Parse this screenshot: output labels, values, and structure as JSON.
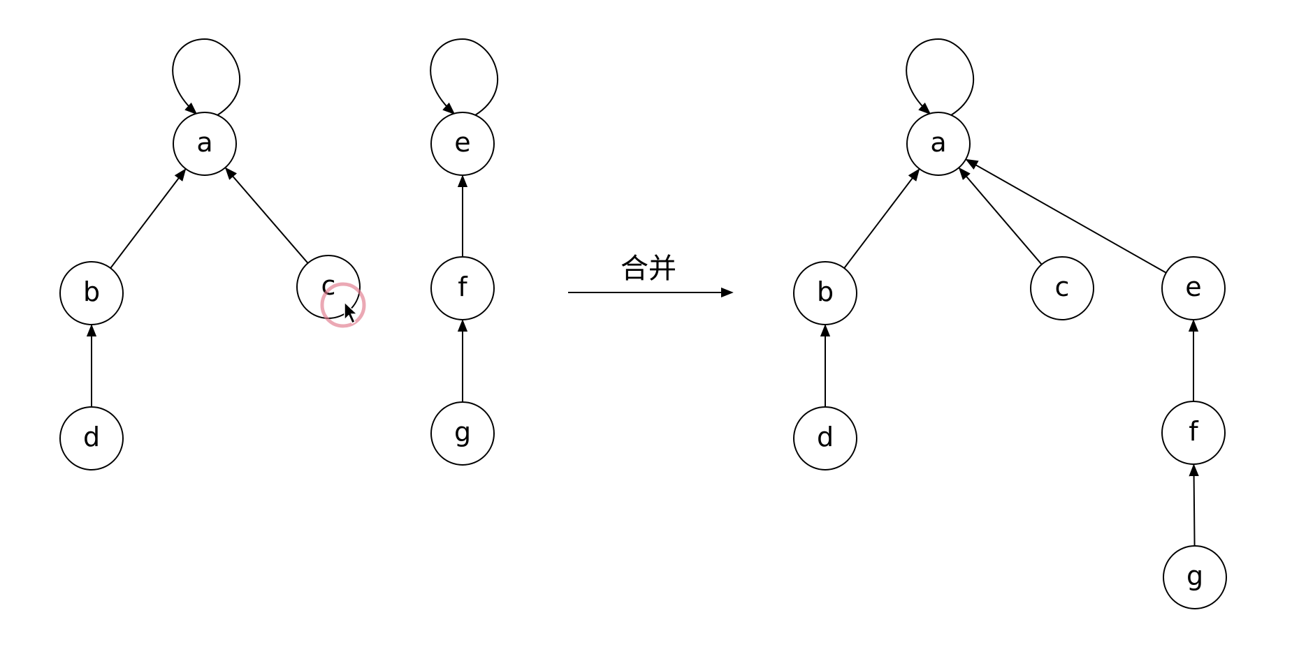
{
  "diagram": {
    "merge_label": "合并",
    "before": {
      "nodes": [
        {
          "id": "a1",
          "label": "a",
          "self_loop": true
        },
        {
          "id": "b1",
          "label": "b"
        },
        {
          "id": "c1",
          "label": "c"
        },
        {
          "id": "d1",
          "label": "d"
        },
        {
          "id": "e1",
          "label": "e",
          "self_loop": true
        },
        {
          "id": "f1",
          "label": "f"
        },
        {
          "id": "g1",
          "label": "g"
        }
      ],
      "edges": [
        {
          "from": "b1",
          "to": "a1"
        },
        {
          "from": "c1",
          "to": "a1"
        },
        {
          "from": "d1",
          "to": "b1"
        },
        {
          "from": "f1",
          "to": "e1"
        },
        {
          "from": "g1",
          "to": "f1"
        }
      ]
    },
    "after": {
      "nodes": [
        {
          "id": "a2",
          "label": "a",
          "self_loop": true
        },
        {
          "id": "b2",
          "label": "b"
        },
        {
          "id": "c2",
          "label": "c"
        },
        {
          "id": "e2",
          "label": "e"
        },
        {
          "id": "d2",
          "label": "d"
        },
        {
          "id": "f2",
          "label": "f"
        },
        {
          "id": "g2",
          "label": "g"
        }
      ],
      "edges": [
        {
          "from": "b2",
          "to": "a2"
        },
        {
          "from": "c2",
          "to": "a2"
        },
        {
          "from": "e2",
          "to": "a2"
        },
        {
          "from": "d2",
          "to": "b2"
        },
        {
          "from": "f2",
          "to": "e2"
        },
        {
          "from": "g2",
          "to": "f2"
        }
      ]
    }
  },
  "cursor": {
    "highlight_color": "#e07a8c"
  }
}
